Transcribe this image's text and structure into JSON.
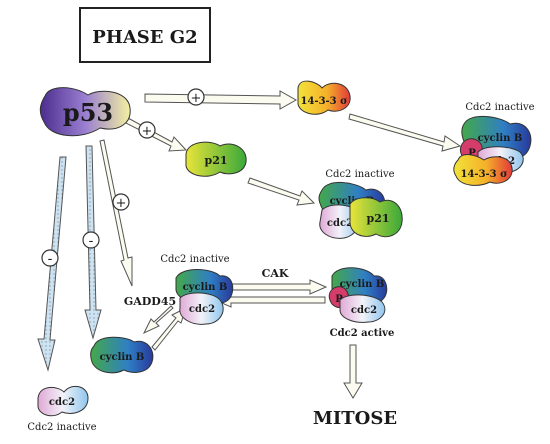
{
  "title": "PHASE G2",
  "nodes": {
    "p53": "p53",
    "sigma_free": "14-3-3 σ",
    "p21_free": "p21",
    "gadd45": "GADD45",
    "cyclinb_free": "cyclin B",
    "cdc2_free": "cdc2",
    "cdc2_inactive_bottom": "Cdc2 inactive"
  },
  "complexes": {
    "sigma_complex": {
      "status": "Cdc2 inactive",
      "cyclin": "cyclin B",
      "p": "P",
      "cdc2": "cdc2",
      "sigma": "14-3-3 σ"
    },
    "p21_complex": {
      "status": "Cdc2 inactive",
      "cyclin": "cyclin B",
      "cdc2": "cdc2",
      "p21": "p21"
    },
    "center_complex": {
      "status": "Cdc2 inactive",
      "cyclin": "cyclin B",
      "cdc2": "cdc2"
    },
    "active_complex": {
      "status": "Cdc2 active",
      "cyclin": "cyclin B",
      "p": "P",
      "cdc2": "cdc2"
    }
  },
  "edges": {
    "cak": "CAK",
    "plus": "+",
    "minus": "-"
  },
  "outcome": "MITOSE"
}
